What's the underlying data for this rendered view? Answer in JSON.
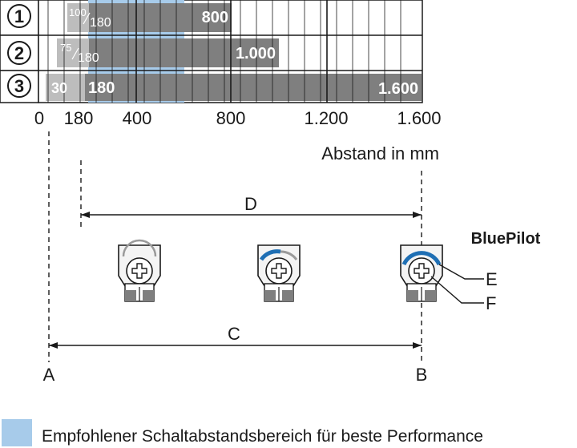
{
  "range_table": {
    "rows": [
      {
        "number": "1",
        "min_label": {
          "top": "100",
          "bottom": "180"
        },
        "max_label": "800",
        "min_mm": 180,
        "max_mm": 800,
        "inner_start_mm": 100
      },
      {
        "number": "2",
        "min_label": {
          "top": "75",
          "bottom": "180"
        },
        "max_label": "1.000",
        "min_mm": 180,
        "max_mm": 1000,
        "inner_start_mm": 75
      },
      {
        "number": "3",
        "min_label": {
          "single": "30"
        },
        "mid_label": "180",
        "max_label": "1.600",
        "min_mm": 180,
        "max_mm": 1600,
        "inner_start_mm": 30
      }
    ],
    "recommended_range_mm": [
      180,
      600
    ],
    "axis_min_mm": 0,
    "axis_max_mm": 1600,
    "tick_labels": [
      {
        "value": 0,
        "label": "0"
      },
      {
        "value": 180,
        "label": "180"
      },
      {
        "value": 400,
        "label": "400"
      },
      {
        "value": 800,
        "label": "800"
      },
      {
        "value": 1200,
        "label": "1.200"
      },
      {
        "value": 1600,
        "label": "1.600"
      }
    ],
    "axis_title": "Abstand in mm"
  },
  "diagram": {
    "labels": {
      "A": "A",
      "B": "B",
      "C": "C",
      "D": "D",
      "E": "E",
      "F": "F"
    },
    "bluepilot_label": "BluePilot"
  },
  "legend": {
    "text": "Empfohlener Schaltabstandsbereich für beste Performance"
  },
  "colors": {
    "bar_dark": "#7f7f7f",
    "bar_light": "#bdbdbd",
    "recommended_blue": "#a7cbea",
    "bluepilot_blue": "#1f6fb4"
  }
}
